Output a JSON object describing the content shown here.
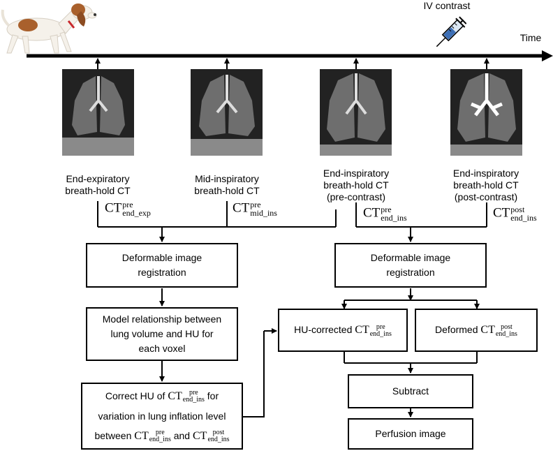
{
  "timeline": {
    "time_label": "Time",
    "contrast_label": "IV contrast"
  },
  "scans": [
    {
      "line1": "End-expiratory",
      "line2": "breath-hold CT",
      "line3": "",
      "ct_main": "CT",
      "ct_sup": "pre",
      "ct_sub": "end_exp"
    },
    {
      "line1": "Mid-inspiratory",
      "line2": "breath-hold CT",
      "line3": "",
      "ct_main": "CT",
      "ct_sup": "pre",
      "ct_sub": "mid_ins"
    },
    {
      "line1": "End-inspiratory",
      "line2": "breath-hold CT",
      "line3": "(pre-contrast)",
      "ct_main": "CT",
      "ct_sup": "pre",
      "ct_sub": "end_ins"
    },
    {
      "line1": "End-inspiratory",
      "line2": "breath-hold CT",
      "line3": "(post-contrast)",
      "ct_main": "CT",
      "ct_sup": "post",
      "ct_sub": "end_ins"
    }
  ],
  "boxes": {
    "dir_left": {
      "line1": "Deformable image",
      "line2": "registration"
    },
    "dir_right": {
      "line1": "Deformable image",
      "line2": "registration"
    },
    "model": {
      "line1": "Model relationship between",
      "line2": "lung volume and HU for",
      "line3": "each voxel"
    },
    "correct": {
      "line1_prefix": "Correct HU of ",
      "line1_ct": "CT",
      "line1_sup": "pre",
      "line1_sub": "end_ins",
      "line1_suffix": " for",
      "line2": "variation in lung inflation level",
      "line3_prefix": "between ",
      "line3_ct1": "CT",
      "line3_sup1": "pre",
      "line3_sub1": "end_ins",
      "line3_mid": " and ",
      "line3_ct2": "CT",
      "line3_sup2": "post",
      "line3_sub2": "end_ins"
    },
    "hu_corrected": {
      "prefix": "HU-corrected ",
      "ct": "CT",
      "sup": "pre",
      "sub": "end_ins"
    },
    "deformed": {
      "prefix": "Deformed ",
      "ct": "CT",
      "sup": "post",
      "sub": "end_ins"
    },
    "subtract": "Subtract",
    "perfusion": "Perfusion image"
  },
  "colors": {
    "dog_white": "#f5f1ea",
    "dog_brown": "#a9602c",
    "collar": "#c8282c",
    "ct_bg": "#222222",
    "lung": "#6e6e6e"
  }
}
